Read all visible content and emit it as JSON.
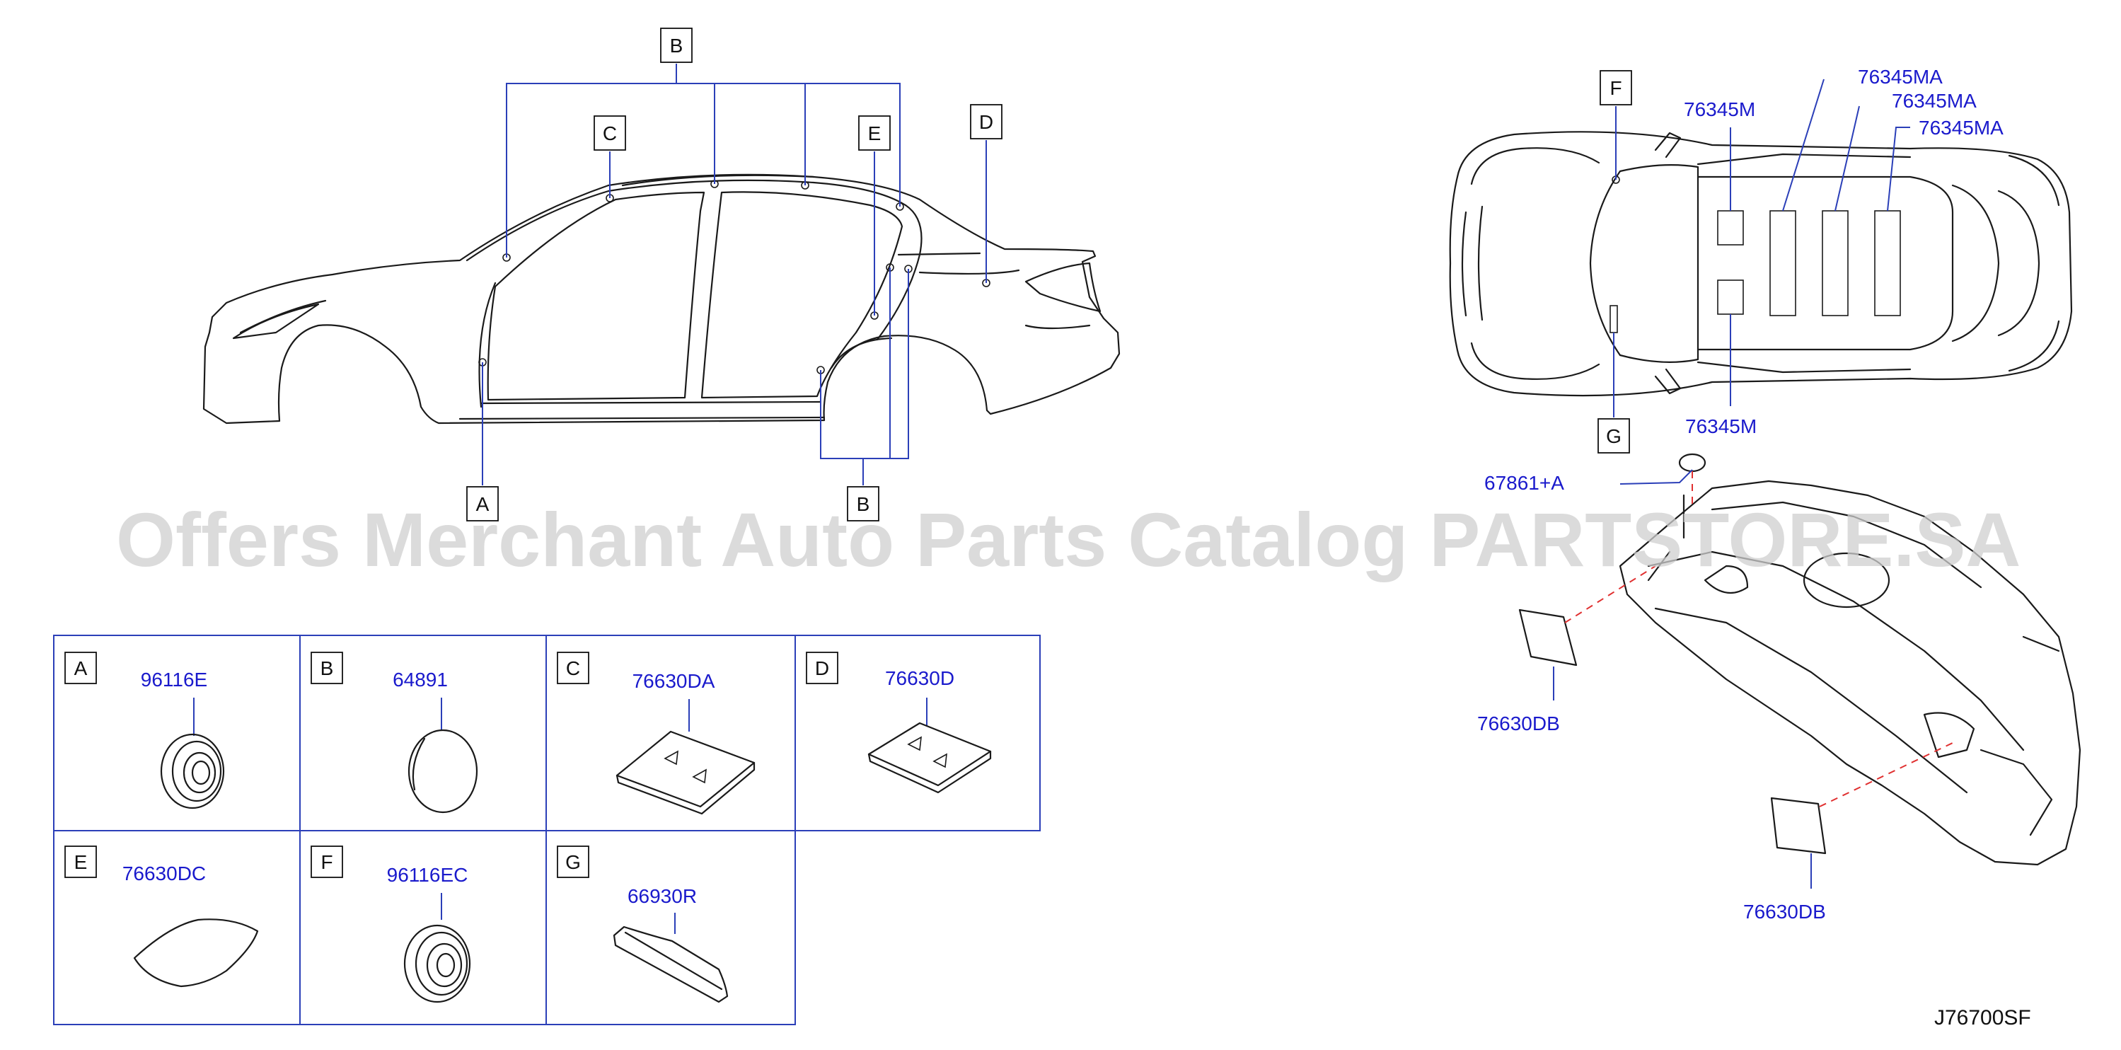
{
  "callouts": {
    "A": "A",
    "B": "B",
    "C": "C",
    "D": "D",
    "E": "E",
    "F": "F",
    "G": "G"
  },
  "top_view_labels": {
    "m_top": "76345M",
    "ma_1": "76345MA",
    "ma_2": "76345MA",
    "ma_3": "76345MA",
    "m_bottom": "76345M"
  },
  "floor_labels": {
    "cap": "67861+A",
    "db_left": "76630DB",
    "db_right": "76630DB"
  },
  "parts_table": [
    {
      "key": "A",
      "part": "96116E"
    },
    {
      "key": "B",
      "part": "64891"
    },
    {
      "key": "C",
      "part": "76630DA"
    },
    {
      "key": "D",
      "part": "76630D"
    },
    {
      "key": "E",
      "part": "76630DC"
    },
    {
      "key": "F",
      "part": "96116EC"
    },
    {
      "key": "G",
      "part": "66930R"
    }
  ],
  "diagram_code": "J76700SF",
  "watermark": "Offers Merchant Auto Parts Catalog PARTSTORE.SA",
  "colors": {
    "label_blue": "#1a1acc",
    "leader_blue": "#2b3fb8",
    "dash_red": "#e03030"
  }
}
